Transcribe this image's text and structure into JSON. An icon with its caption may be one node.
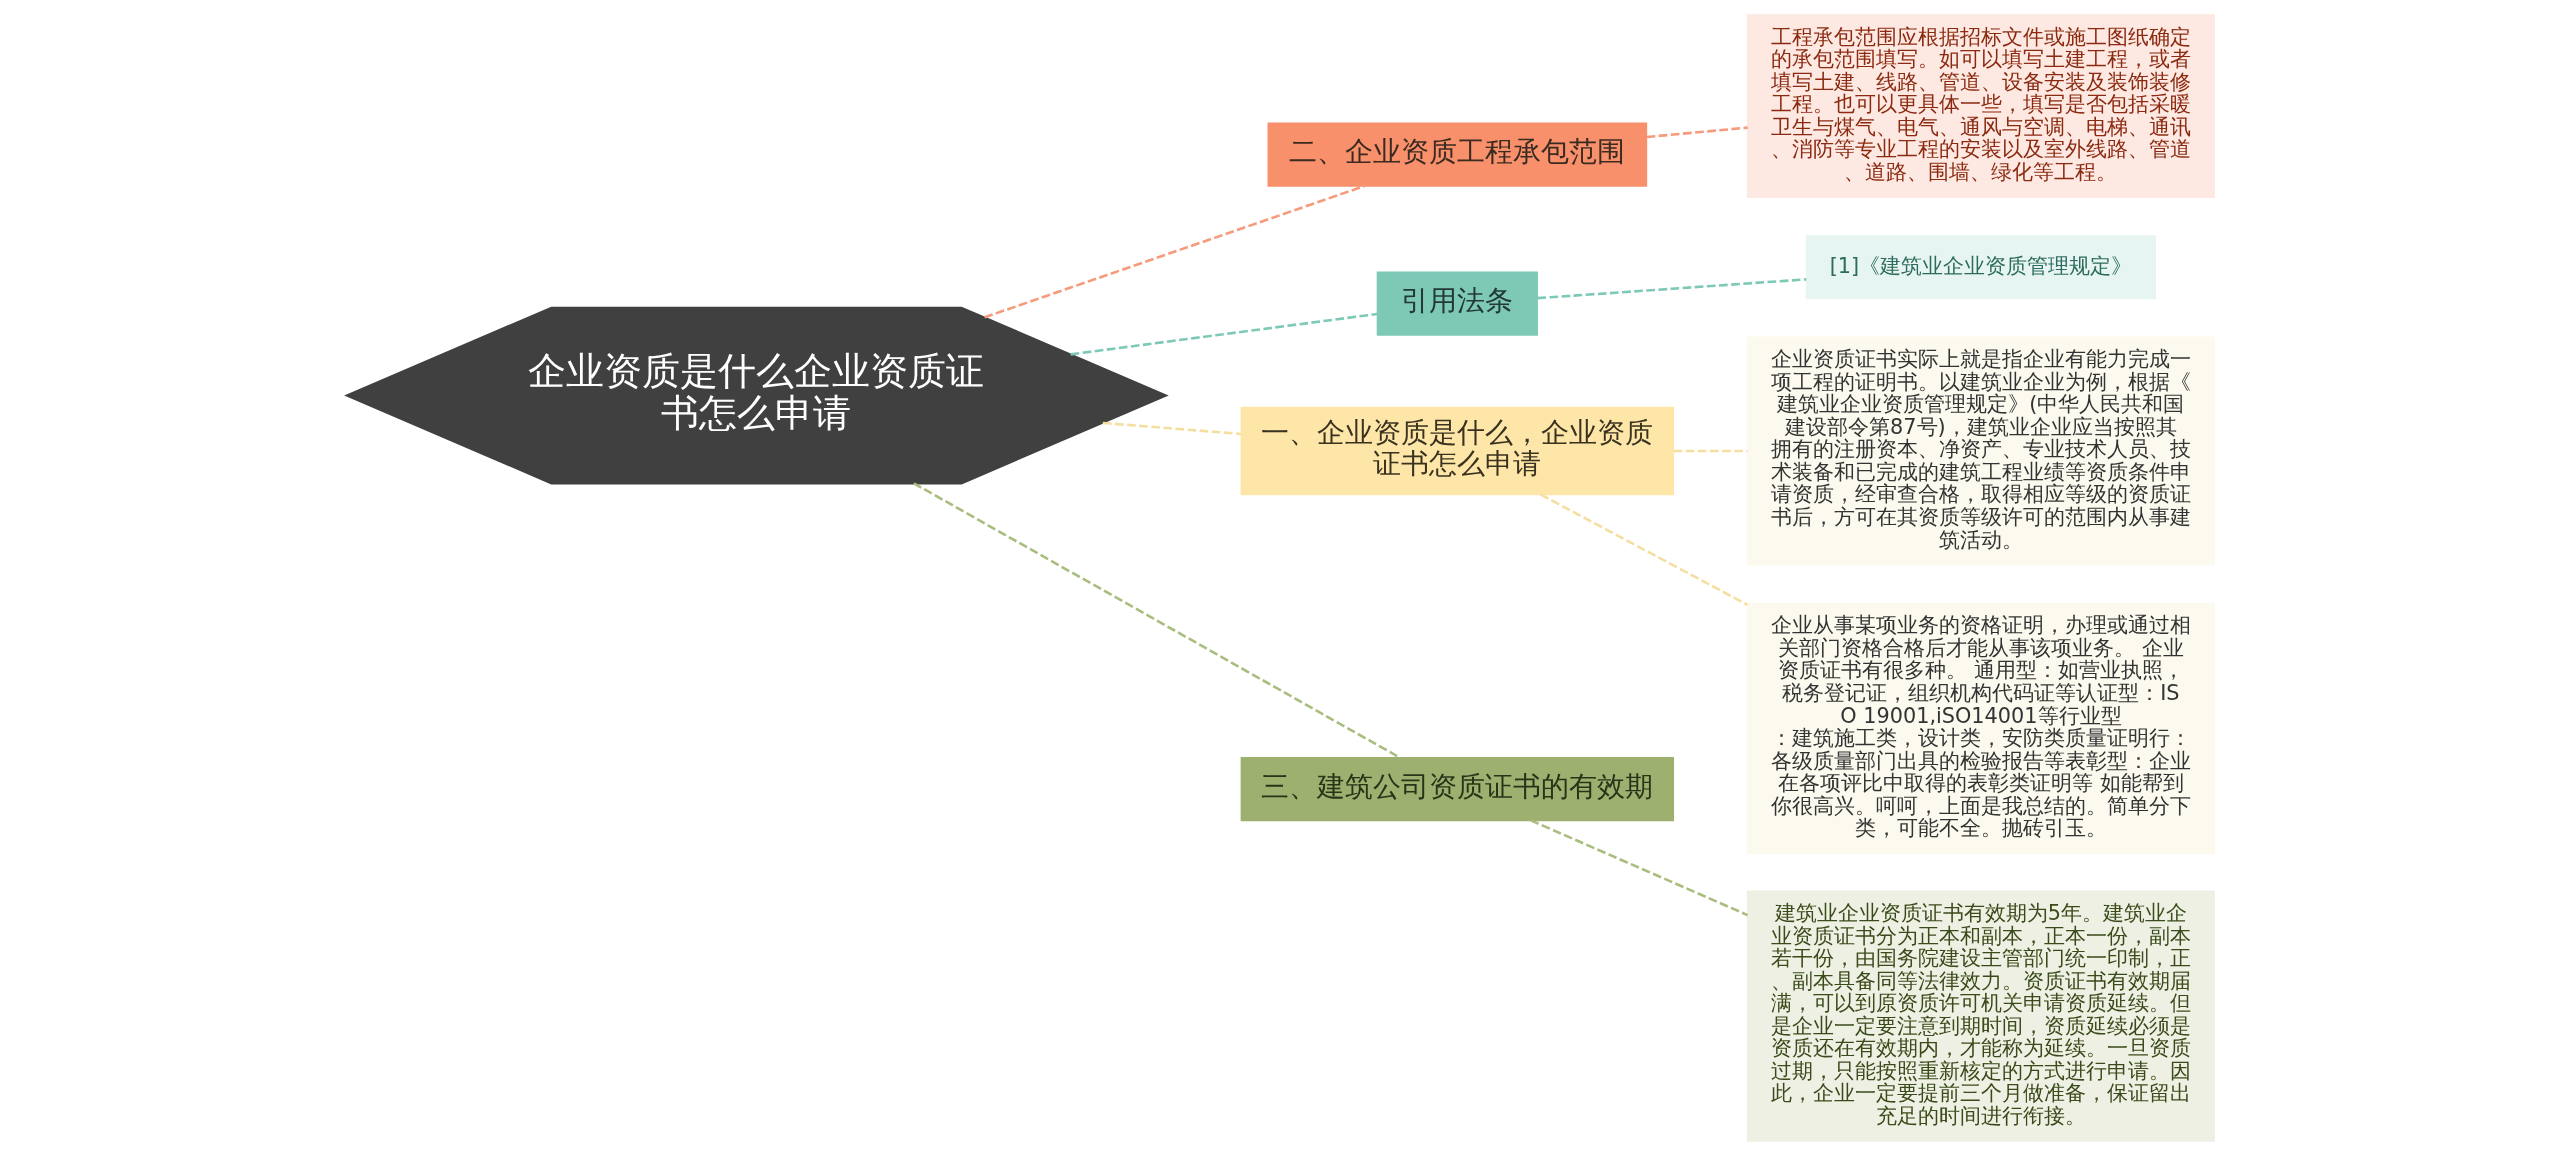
{
  "diagram": {
    "nodes": [
      {
        "text": [
          "企业资质是什么企业资质证书怎么申请"
        ]
      },
      {
        "text": [
          "二、企业资质工程承包范围"
        ]
      },
      {
        "text": [
          "工程承包范围应根据招标文件或施工图纸确定的承包范围填写。如可以填写土建工程，或者填写土建、线路、管道、设备安装及装饰装修工程。也可以更具体一些，填写是否包括采暖卫生与煤气、电气、通风与空调、电梯、通讯、消防等专业工程的安装以及室外线路、管道、道路、围墙、绿化等工程。"
        ]
      },
      {
        "text": [
          "引用法条"
        ]
      },
      {
        "text": [
          "[1]《建筑业企业资质管理规定》"
        ]
      },
      {
        "text": [
          "一、企业资质是什么，企业资质证书怎么申请"
        ]
      },
      {
        "text": [
          "企业资质证书实际上就是指企业有能力完成一项工程的证明书。以建筑业企业为例，根据《建筑业企业资质管理规定》(中华人民共和国建设部令第87号)，建筑业企业应当按照其拥有的注册资本、净资产、专业技术人员、技术装备和已完成的建筑工程业绩等资质条件申请资质，经审查合格，取得相应等级的资质证书后，方可在其资质等级许可的范围内从事建筑活动。"
        ]
      },
      {
        "text": [
          "企业从事某项业务的资格证明，办理或通过相关部门资格合格后才能从事该项业务。 企业资质证书有很多种。 通用型：如营业执照，税务登记证，组织机构代码证等认证型：ISO 19001,iSO14001等行业型：建筑施工类，设计类，安防类质量证明行：各级质量部门出具的检验报告等表彰型：企业在各项评比中取得的表彰类证明等 如能帮到你很高兴。呵呵，上面是我总结的。简单分下类，可能不全。抛砖引玉。"
        ]
      },
      {
        "text": [
          "三、建筑公司资质证书的有效期"
        ]
      },
      {
        "text": [
          "建筑业企业资质证书有效期为5年。建筑业企业资质证书分为正本和副本，正本一份，副本若干份，由国务院建设主管部门统一印制，正、副本具备同等法律效力。资质证书有效期届满，可以到原资质许可机关申请资质延续。但是企业一定要注意到期时间，资质延续必须是资质还在有效期内，才能称为延续。一旦资质过期，只能按照重新核定的方式进行申请。因此，企业一定要提前三个月做准备，保证留出充足的时间进行衔接。"
        ]
      }
    ],
    "edges": [
      {
        "from": 0,
        "to": 1,
        "arrow": "none",
        "style": "dashed",
        "color": "#f59a7a"
      },
      {
        "from": 1,
        "to": 2,
        "arrow": "none",
        "style": "dashed",
        "color": "#f59a7a"
      },
      {
        "from": 0,
        "to": 3,
        "arrow": "none",
        "style": "dashed",
        "color": "#7ec8b6"
      },
      {
        "from": 3,
        "to": 4,
        "arrow": "none",
        "style": "dashed",
        "color": "#7ec8b6"
      },
      {
        "from": 0,
        "to": 5,
        "arrow": "none",
        "style": "dashed",
        "color": "#f5dfa0"
      },
      {
        "from": 5,
        "to": 6,
        "arrow": "none",
        "style": "dashed",
        "color": "#f5dfa0"
      },
      {
        "from": 5,
        "to": 7,
        "arrow": "none",
        "style": "dashed",
        "color": "#f5dfa0"
      },
      {
        "from": 0,
        "to": 8,
        "arrow": "none",
        "style": "dashed",
        "color": "#a9bd7e"
      },
      {
        "from": 8,
        "to": 9,
        "arrow": "none",
        "style": "dashed",
        "color": "#a9bd7e"
      }
    ]
  }
}
